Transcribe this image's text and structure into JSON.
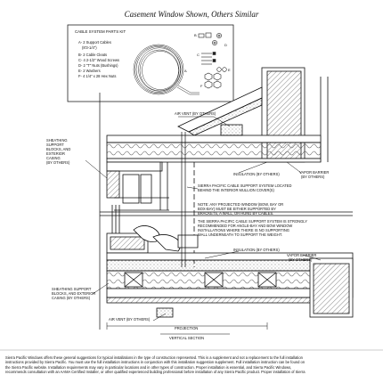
{
  "title": "Casement Window Shown, Others Similar",
  "kit": {
    "heading": "CABLE SYSTEM PARTS KIT",
    "items": [
      "A- 2 Support Cables",
      "(8'3-1/4\")",
      "B- 2 Cable Cleats",
      "C- 4 2-1/2\" Wood Screws",
      "D- 2 \"T\" Nuts (Bushings)",
      "E- 2 Washers",
      "F- 4 1/4\" x 28 Hex Nuts"
    ],
    "part_letters": [
      "B",
      "A",
      "C",
      "D",
      "E",
      "F"
    ]
  },
  "labels": {
    "air_vent_top": "AIR VENT (BY OTHERS)",
    "sheathing_upper": [
      "SHEATHING",
      "SUPPORT",
      "BLOCKS, AND",
      "EXTERIOR",
      "CASING",
      "(BY OTHERS)"
    ],
    "insulation_upper": "INSULATION (BY OTHERS)",
    "vapor_barrier_upper": [
      "VAPOR BARRIER",
      "(BY OTHERS)"
    ],
    "cable_note": [
      "SIERRA PACIFIC CABLE SUPPORT SYSTEM LOCATED",
      "BEHIND THE INTERIOR MULLION COVER(S)"
    ],
    "note": [
      "NOTE: ANY PROJECTED WINDOW (BOW, BAY OR",
      "BOX-BAY) MUST BE EITHER SUPPORTED BY",
      "BRACKETS, A WALL, OR HUNG BY CABLES.",
      "THE SIERRA PACIFIC CABLE SUPPORT SYSTEM IS STRONGLY",
      "RECOMMENDED FOR ANGLE-BAY AND BOW WINDOW",
      "INSTALLATIONS WHERE THERE IS NO SUPPORTING",
      "WALL UNDERNEATH TO SUPPORT THE WEIGHT."
    ],
    "insulation_lower": "INSULATION (BY OTHERS)",
    "vapor_barrier_lower": [
      "VAPOR BARRIER",
      "(BY OTHERS)"
    ],
    "sheathing_lower": [
      "SHEATHING SUPPORT",
      "BLOCKS, AND EXTERIOR",
      "CASING (BY OTHERS)"
    ],
    "air_vent_bottom": "AIR VENT (BY OTHERS)",
    "projection": "PROJECTION",
    "vertical_section": "VERTICAL SECTION"
  },
  "footer": [
    "Sierra Pacific Windows offers these general suggestions for typical installations in the type of construction represented. This is a supplement and not a replacement to the full installation",
    "instructions provided by Sierra Pacific. You must use the full installation instructions in conjunction with this installation suggestion supplement. Full installation instruction can be found on",
    "the Sierra Pacific website. Installation requirements may vary in particular locations and in other types of construction. Proper installation is essential, and Sierra Pacific Windows,",
    "recommends consultation with an AAMA Certified Installer, or other qualified experienced building professional before installation of any Sierra Pacific product. Proper installation of Sierra"
  ]
}
